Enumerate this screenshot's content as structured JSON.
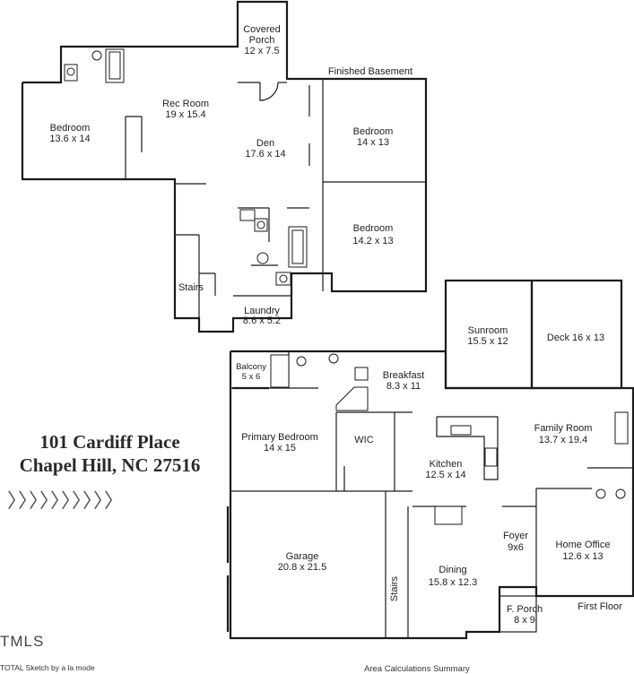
{
  "address": {
    "street": "101 Cardiff Place",
    "city_state_zip": "Chapel Hill, NC 27516",
    "chevrons": "〉〉〉〉〉〉〉〉〉〉"
  },
  "rooms": {
    "covered_porch": {
      "name": "Covered\nPorch",
      "size": "12 x 7.5"
    },
    "finished_basement": "Finished Basement",
    "bedroom_left": {
      "name": "Bedroom",
      "size": "13.6 x 14"
    },
    "rec_room": {
      "name": "Rec Room",
      "size": "19 x 15.4"
    },
    "den": {
      "name": "Den",
      "size": "17.6 x 14"
    },
    "bedroom_top_right": {
      "name": "Bedroom",
      "size": "14 x 13"
    },
    "bedroom_mid_right": {
      "name": "Bedroom",
      "size": "14.2 x 13"
    },
    "stairs_basement": "Stairs",
    "laundry": {
      "name": "Laundry",
      "size": "8.6 x 5.2"
    },
    "sunroom": {
      "name": "Sunroom",
      "size": "15.5 x 12"
    },
    "deck": {
      "name": "Deck 16 x 13"
    },
    "balcony": {
      "name": "Balcony",
      "size": "5 x 6"
    },
    "breakfast": {
      "name": "Breakfast",
      "size": "8.3 x 11"
    },
    "primary_bedroom": {
      "name": "Primary Bedroom",
      "size": "14 x 15"
    },
    "wic": "WIC",
    "family_room": {
      "name": "Family Room",
      "size": "13.7 x 19.4"
    },
    "kitchen": {
      "name": "Kitchen",
      "size": "12.5 x 14"
    },
    "garage": {
      "name": "Garage",
      "size": "20.8 x 21.5"
    },
    "foyer": {
      "name": "Foyer",
      "size": "9x6"
    },
    "home_office": {
      "name": "Home Office",
      "size": "12.6 x 13"
    },
    "stairs_first": "Stairs",
    "dining": {
      "name": "Dining",
      "size": "15.8 x 12.3"
    },
    "f_porch": {
      "name": "F. Porch",
      "size": "8 x 9"
    },
    "first_floor": "First Floor"
  },
  "footer": {
    "logo": "TMLS",
    "credit": "TOTAL Sketch by a la mode",
    "area_summary": "Area Calculations Summary"
  }
}
